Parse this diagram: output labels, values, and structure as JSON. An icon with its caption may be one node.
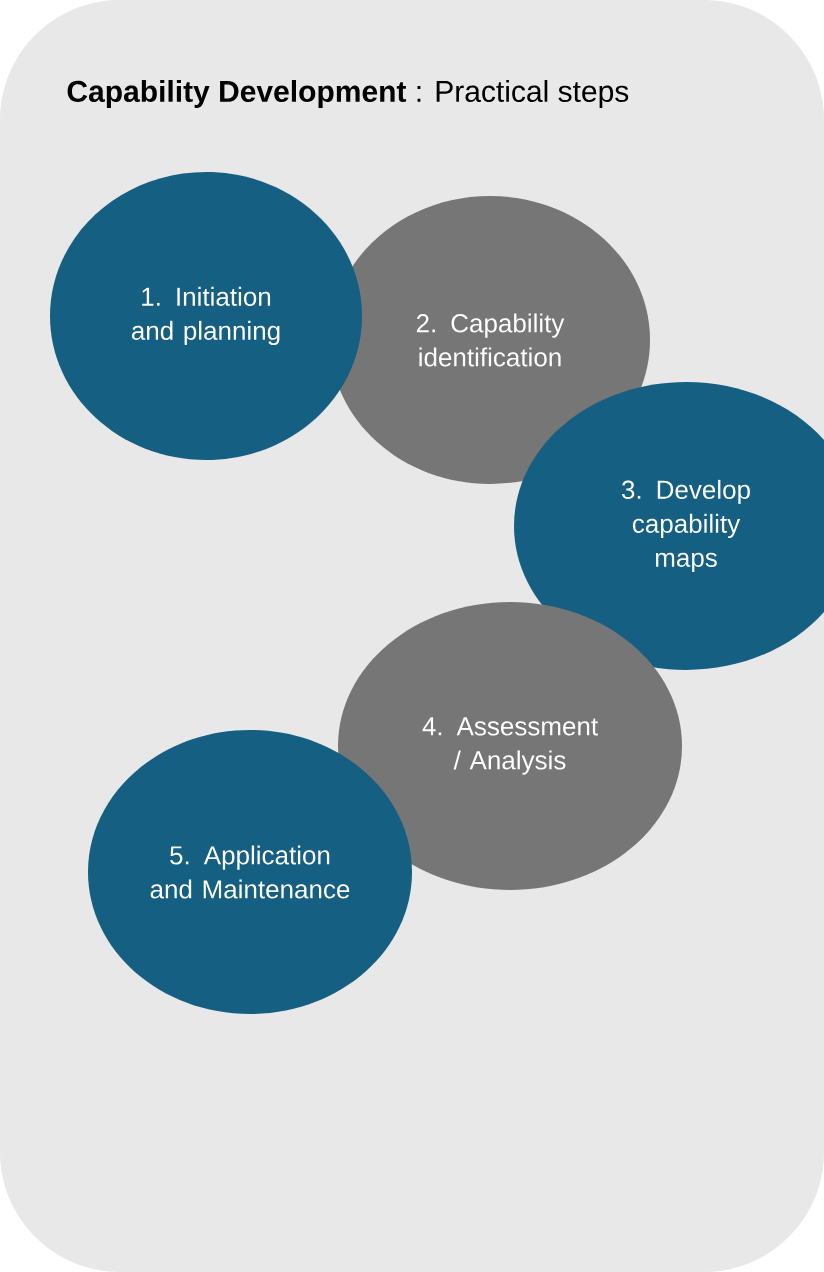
{
  "diagram": {
    "title": "**Capability Development** : Practical steps",
    "nodes": [
      {
        "text": [
          "1. Initiation and planning"
        ]
      },
      {
        "text": [
          "2. Capability identification"
        ]
      },
      {
        "text": [
          "3. Develop capability maps"
        ]
      },
      {
        "text": [
          "4. Assessment / Analysis"
        ]
      },
      {
        "text": [
          "5. Application and Maintenance"
        ]
      }
    ]
  }
}
